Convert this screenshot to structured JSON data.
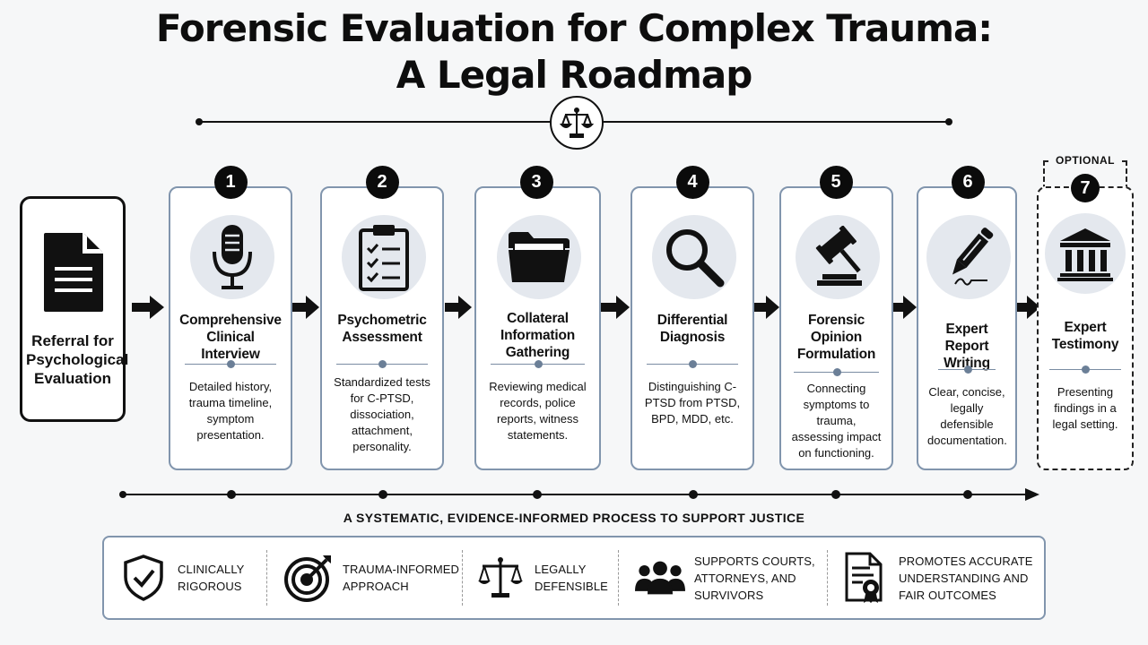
{
  "title": {
    "line1": "Forensic Evaluation for Complex Trauma:",
    "line2": "A Legal Roadmap"
  },
  "referral": {
    "icon": "document-icon",
    "label": "Referral for Psychological Evaluation"
  },
  "steps": [
    {
      "number": "1",
      "icon": "microphone-icon",
      "title": "Comprehensive Clinical Interview",
      "description": "Detailed history, trauma timeline, symptom presentation."
    },
    {
      "number": "2",
      "icon": "clipboard-checklist-icon",
      "title": "Psychometric Assessment",
      "description": "Standardized tests for C-PTSD, dissociation, attachment, personality."
    },
    {
      "number": "3",
      "icon": "folder-icon",
      "title": "Collateral Information Gathering",
      "description": "Reviewing medical records, police reports, witness statements."
    },
    {
      "number": "4",
      "icon": "magnifying-glass-icon",
      "title": "Differential Diagnosis",
      "description": "Distinguishing C-PTSD from PTSD, BPD, MDD, etc."
    },
    {
      "number": "5",
      "icon": "gavel-icon",
      "title": "Forensic Opinion Formulation",
      "description": "Connecting symptoms to trauma, assessing impact on functioning."
    },
    {
      "number": "6",
      "icon": "pen-icon",
      "title": "Expert Report Writing",
      "description": "Clear, concise, legally defensible documentation."
    },
    {
      "number": "7",
      "icon": "courthouse-icon",
      "title": "Expert Testimony",
      "description": "Presenting findings in a legal setting.",
      "tag": "OPTIONAL"
    }
  ],
  "tagline": "A SYSTEMATIC, EVIDENCE-INFORMED PROCESS TO SUPPORT JUSTICE",
  "principles": [
    {
      "icon": "shield-check-icon",
      "label": "CLINICALLY\nRIGOROUS"
    },
    {
      "icon": "target-icon",
      "label": "TRAUMA-INFORMED\nAPPROACH"
    },
    {
      "icon": "scales-icon",
      "label": "LEGALLY\nDEFENSIBLE"
    },
    {
      "icon": "people-group-icon",
      "label": "SUPPORTS COURTS,\nATTORNEYS, AND\nSURVIVORS"
    },
    {
      "icon": "certificate-icon",
      "label": "PROMOTES ACCURATE\nUNDERSTANDING AND\nFAIR OUTCOMES"
    }
  ],
  "colors": {
    "card_border": "#8195ad",
    "icon_circle": "#e4e8ee",
    "badge": "#0b0b0b"
  }
}
